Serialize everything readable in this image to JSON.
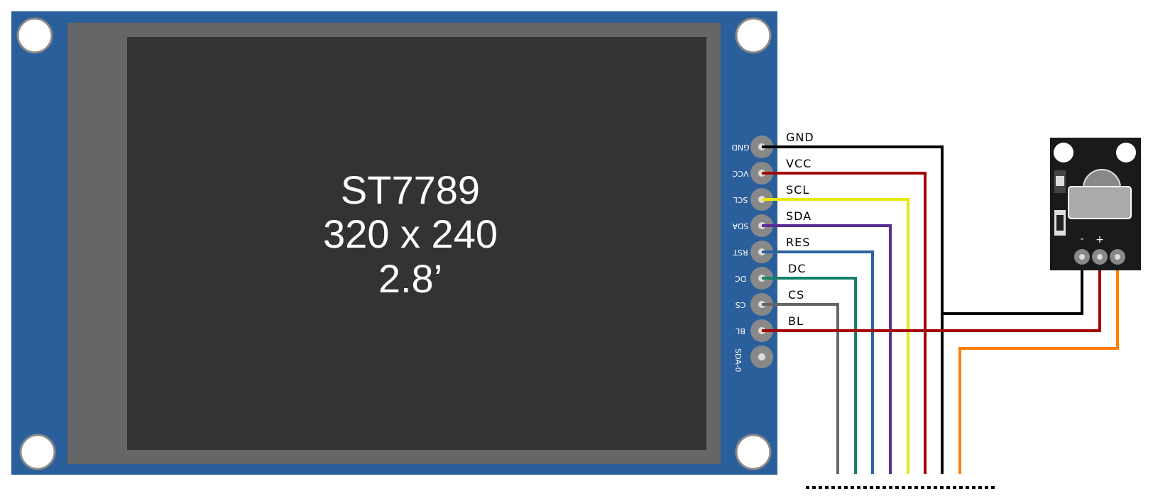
{
  "display": {
    "line1": "ST7789",
    "line2": "320 x 240",
    "line3": "2.8’",
    "pins": [
      {
        "board_label": "GND",
        "wire_label": "GND",
        "color": "#000000"
      },
      {
        "board_label": "VCC",
        "wire_label": "VCC",
        "color": "#a30000"
      },
      {
        "board_label": "SCL",
        "wire_label": "SCL",
        "color": "#e8e80e"
      },
      {
        "board_label": "SDA",
        "wire_label": "SDA",
        "color": "#5b2d91"
      },
      {
        "board_label": "RST",
        "wire_label": "RES",
        "color": "#2b62a0"
      },
      {
        "board_label": "DC",
        "wire_label": "DC",
        "color": "#16806a"
      },
      {
        "board_label": "CS",
        "wire_label": "CS",
        "color": "#666666"
      },
      {
        "board_label": "BL",
        "wire_label": "BL",
        "color": "#a30000"
      },
      {
        "board_label": "SDA-0",
        "wire_label": "",
        "color": ""
      }
    ]
  },
  "sensor": {
    "minus_label": "-",
    "plus_label": "+"
  },
  "colors": {
    "pcb_blue": "#2a5f9b",
    "bezel_gray": "#666666",
    "screen_dark": "#333333",
    "signal_orange": "#ff8000"
  }
}
